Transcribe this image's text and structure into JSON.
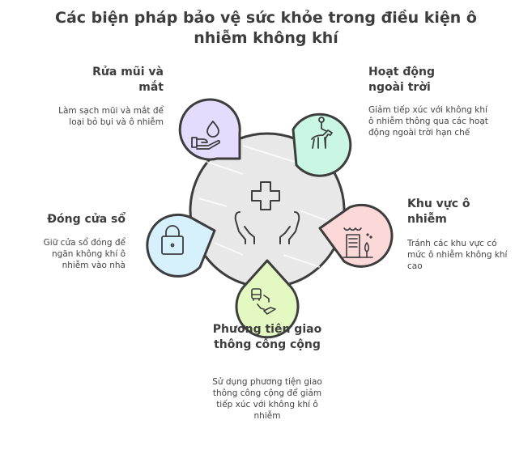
{
  "title": "Các biện pháp bảo vệ sức khỏe trong điều kiện ô nhiễm không khí",
  "center": {
    "icon": "medical-cross-hands-icon",
    "color": "#e8e8e8"
  },
  "items": [
    {
      "label": "Rửa mũi và mắt",
      "description": "Làm sạch mũi và mắt để loại bỏ bụi và ô nhiễm",
      "icon": "water-drop-hand-icon",
      "color": "#e3dcfc"
    },
    {
      "label": "Hoạt động ngoài trời",
      "description": "Giảm tiếp xúc với không khí ô nhiễm thông qua các hoạt động ngoài trời hạn chế",
      "icon": "horse-rider-icon",
      "color": "#c9f7e3"
    },
    {
      "label": "Khu vực ô nhiễm",
      "description": "Tránh các khu vực có mức ô nhiễm không khí cao",
      "icon": "polluted-city-icon",
      "color": "#fdd8d8"
    },
    {
      "label": "Phương tiện giao thông công cộng",
      "description": "Sử dụng phương tiện giao thông công cộng để giảm tiếp xúc với không khí ô nhiễm",
      "icon": "bus-transfer-icon",
      "color": "#e4f8c2"
    },
    {
      "label": "Đóng cửa sổ",
      "description": "Giữ cửa sổ đóng để ngăn không khí ô nhiễm vào nhà",
      "icon": "padlock-icon",
      "color": "#d6f0fc"
    }
  ]
}
